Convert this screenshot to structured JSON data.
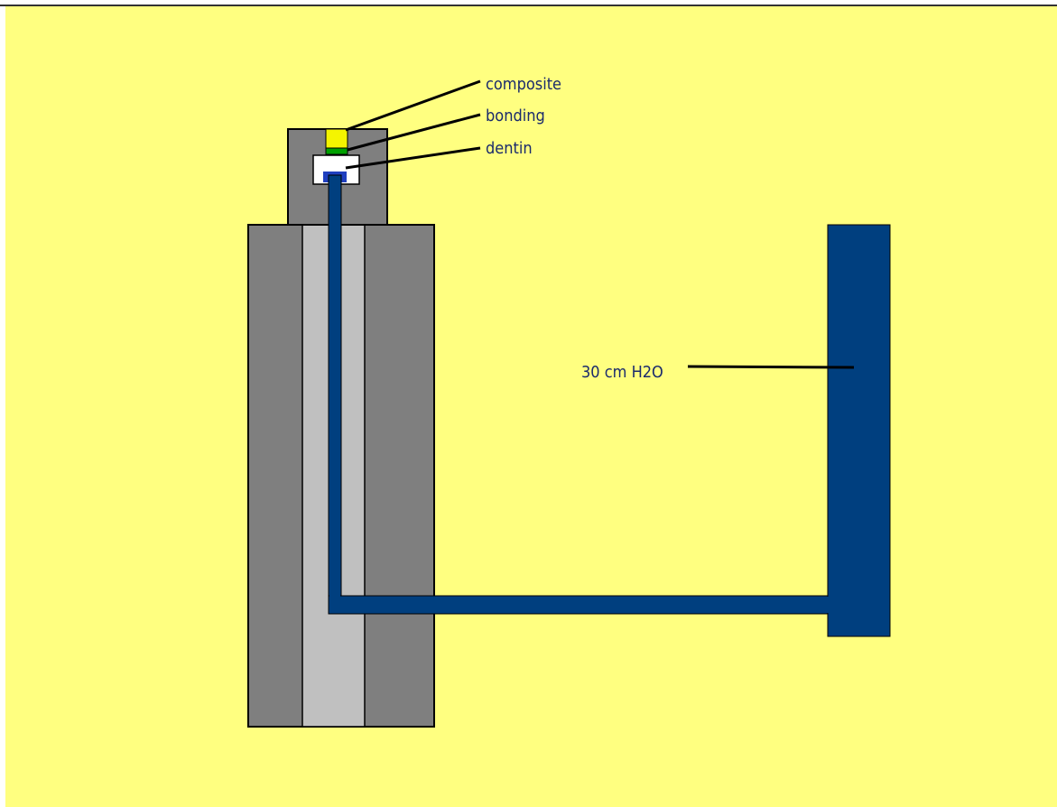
{
  "labels": {
    "composite": "composite",
    "bonding": "bonding",
    "dentin": "dentin",
    "pressure": "30 cm H2O"
  },
  "colors": {
    "background": "#ffff80",
    "block_dark": "#7f7f7f",
    "channel_light": "#c0c0c0",
    "water": "#003f7f",
    "composite": "#f5f500",
    "bonding": "#00a000",
    "outline": "#000000"
  }
}
